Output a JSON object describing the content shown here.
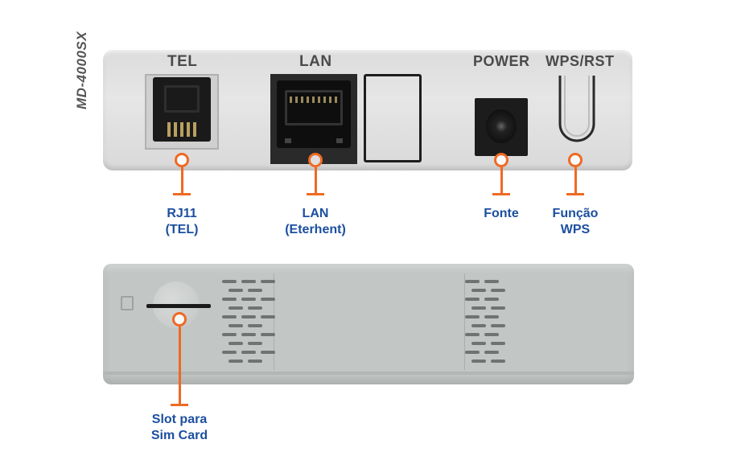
{
  "device_top": {
    "model": "MD-4000SX",
    "label_tel": "TEL",
    "label_lan": "LAN",
    "label_power": "POWER",
    "label_wps": "WPS/RST"
  },
  "callouts": {
    "rj11": {
      "line1": "RJ11",
      "line2": "(TEL)"
    },
    "lan": {
      "line1": "LAN",
      "line2": "(Eterhent)"
    },
    "power": {
      "line1": "Fonte"
    },
    "wps": {
      "line1": "Função",
      "line2": "WPS"
    },
    "sim": {
      "line1": "Slot para",
      "line2": "Sim Card"
    }
  },
  "colors": {
    "accent_orange": "#ee6a24",
    "label_blue": "#1c4fa0"
  }
}
